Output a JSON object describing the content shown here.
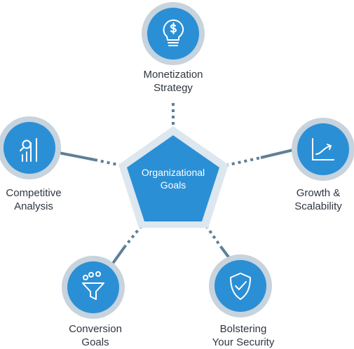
{
  "center": {
    "line1": "Organizational",
    "line2": "Goals"
  },
  "nodes": [
    {
      "key": "monetization",
      "icon": "lightbulb-dollar-icon",
      "line1": "Monetization",
      "line2": "Strategy"
    },
    {
      "key": "growth",
      "icon": "growth-chart-icon",
      "line1": "Growth &",
      "line2": "Scalability"
    },
    {
      "key": "security",
      "icon": "shield-check-icon",
      "line1": "Bolstering",
      "line2": "Your Security"
    },
    {
      "key": "conversion",
      "icon": "funnel-icon",
      "line1": "Conversion",
      "line2": "Goals"
    },
    {
      "key": "competitive",
      "icon": "analytics-magnifier-icon",
      "line1": "Competitive",
      "line2": "Analysis"
    }
  ],
  "colors": {
    "primary": "#2b8fd6",
    "node_ring": "#c7d3dd",
    "pentagon_border": "#dde7ef",
    "connector": "#5e7f96",
    "text": "#2f3640"
  }
}
